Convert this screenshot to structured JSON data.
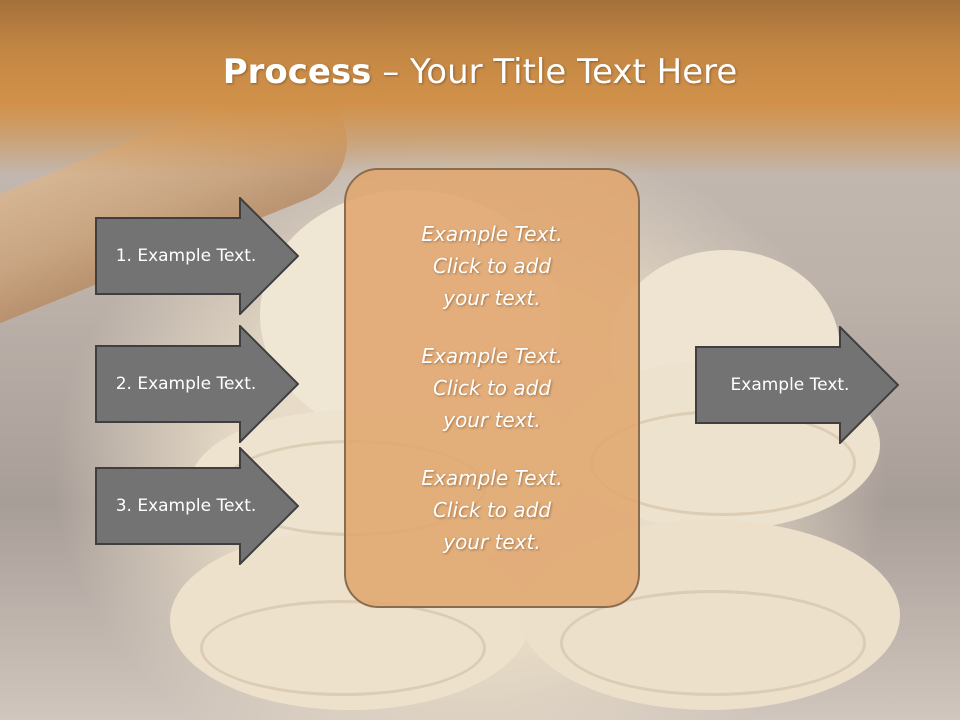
{
  "slide": {
    "title_bold": "Process",
    "title_rest": " – Your Title Text Here"
  },
  "left_arrows": [
    {
      "label": "1. Example Text."
    },
    {
      "label": "2. Example Text."
    },
    {
      "label": "3. Example Text."
    }
  ],
  "right_arrow": {
    "label": "Example Text."
  },
  "center_box": {
    "blocks": [
      {
        "line1": "Example Text.",
        "line2": "Click  to add",
        "line3": "your text."
      },
      {
        "line1": "Example Text.",
        "line2": "Click  to add",
        "line3": "your text."
      },
      {
        "line1": "Example Text.",
        "line2": "Click  to add",
        "line3": "your text."
      }
    ]
  },
  "colors": {
    "header": "#c48844",
    "arrow_fill": "#737373",
    "arrow_border": "#3f3f3f",
    "box_fill": "#e0a66e",
    "box_border": "#8a6d4e"
  }
}
